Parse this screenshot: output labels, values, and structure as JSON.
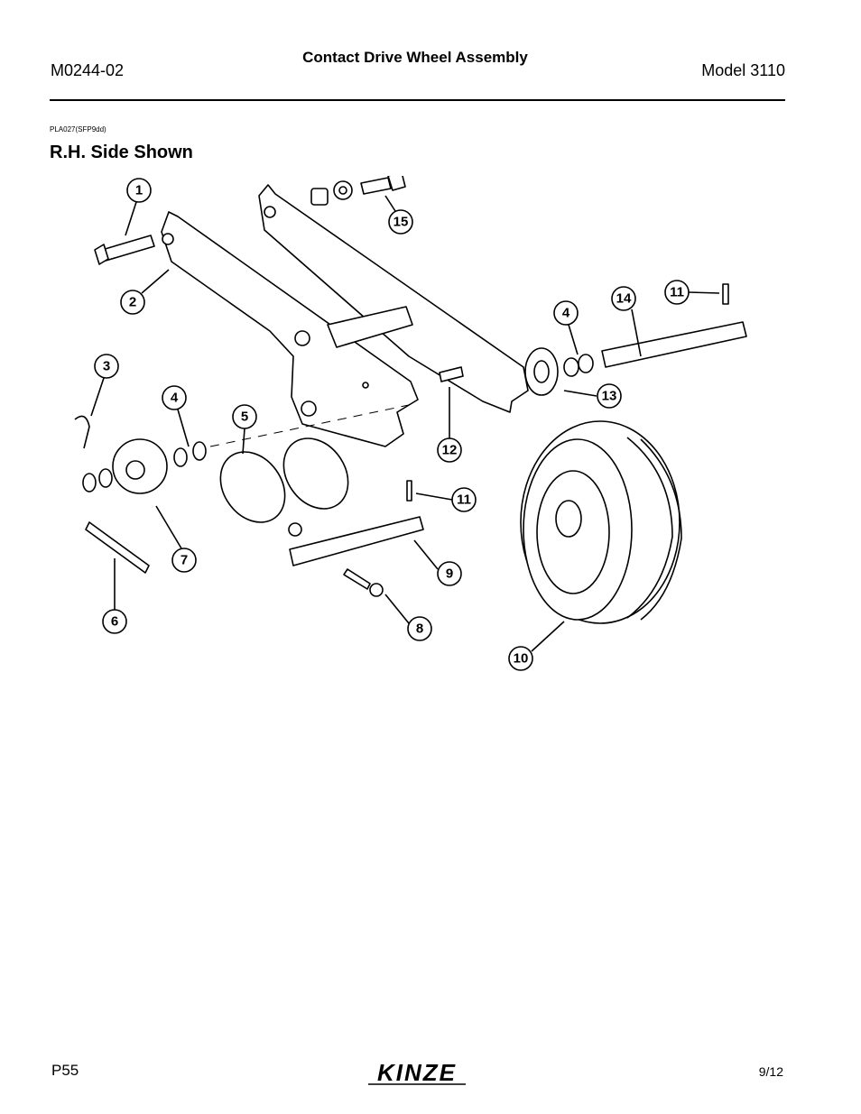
{
  "header": {
    "doc_code": "M0244-02",
    "title": "Contact Drive Wheel Assembly",
    "model": "Model 3110"
  },
  "figure": {
    "code": "PLA027(SFP9dd)",
    "section_title": "R.H. Side Shown",
    "callouts": [
      "1",
      "2",
      "3",
      "4",
      "5",
      "4",
      "14",
      "11",
      "13",
      "12",
      "11",
      "9",
      "7",
      "8",
      "6",
      "10",
      "15"
    ]
  },
  "footer": {
    "page": "P55",
    "date": "9/12",
    "logo_text": "KINZE"
  }
}
